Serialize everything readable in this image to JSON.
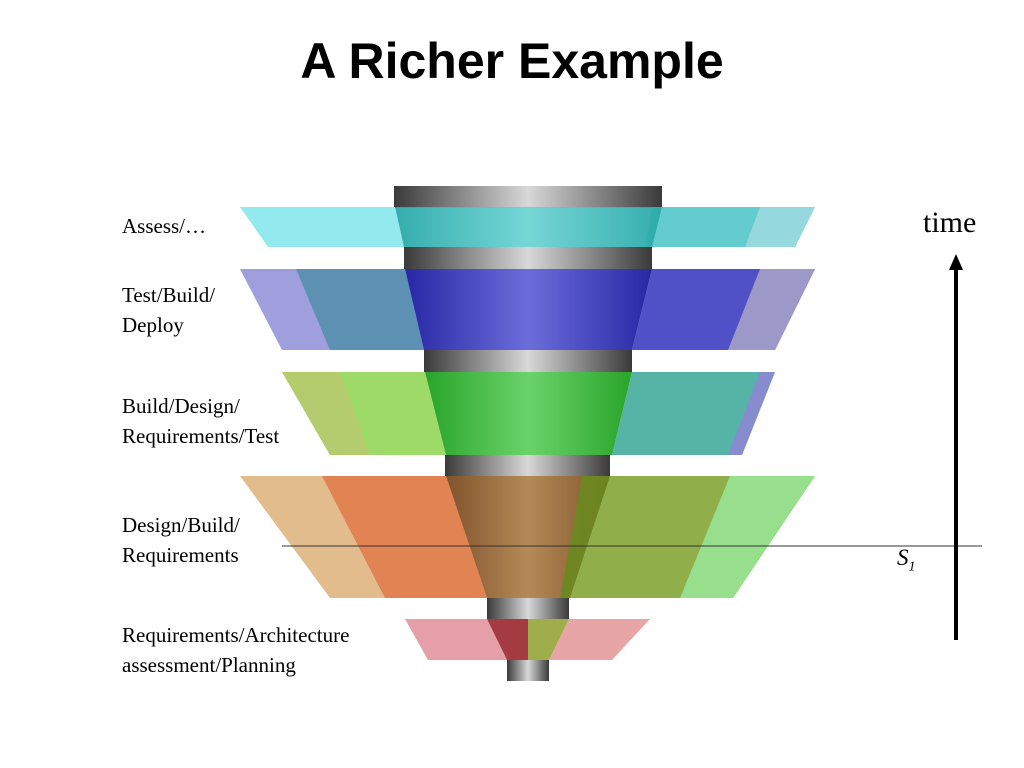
{
  "title": "A Richer Example",
  "layers": [
    {
      "label_line1": "Assess/…",
      "label_line2": ""
    },
    {
      "label_line1": "Test/Build/",
      "label_line2": "Deploy"
    },
    {
      "label_line1": "Build/Design/",
      "label_line2": "Requirements/Test"
    },
    {
      "label_line1": "Design/Build/",
      "label_line2": "Requirements"
    },
    {
      "label_line1": "Requirements/Architecture",
      "label_line2": "assessment/Planning"
    }
  ],
  "axis": {
    "label": "time"
  },
  "marker": {
    "label": "S",
    "subscript": "1"
  },
  "colors": {
    "assess": "#7fe7ea",
    "test": "#5a5ad0",
    "build": "#4fc94f",
    "design": "#e07a4a",
    "requirements": "#d86a78",
    "shaft": "#888888"
  }
}
